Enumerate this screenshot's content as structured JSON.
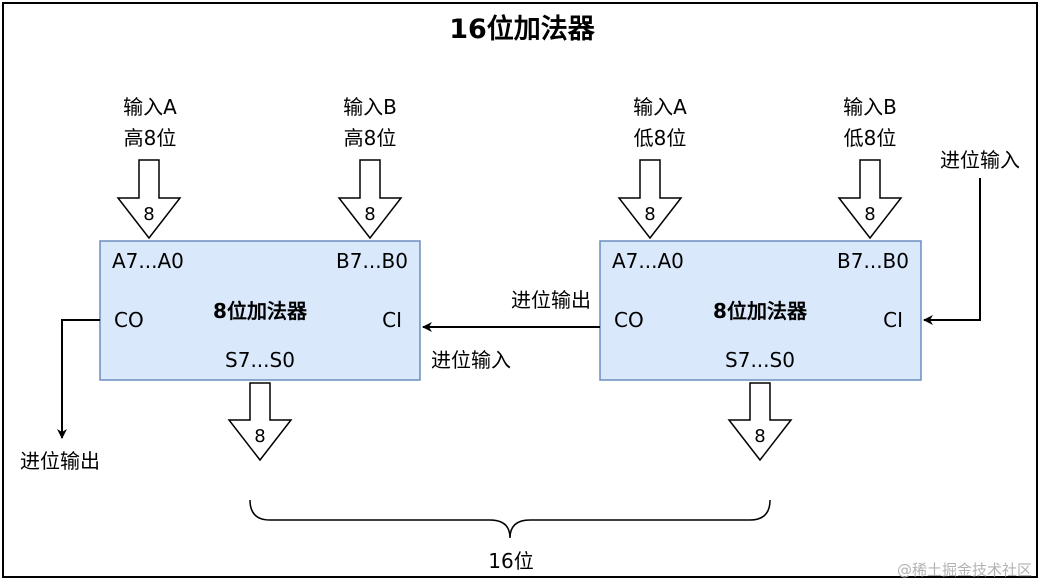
{
  "title": "16位加法器",
  "adders": [
    {
      "name": "8位加法器",
      "input_a_line1": "输入A",
      "input_a_line2": "高8位",
      "input_b_line1": "输入B",
      "input_b_line2": "高8位",
      "bus_width_a": "8",
      "bus_width_b": "8",
      "bus_width_s": "8",
      "pin_a": "A7...A0",
      "pin_b": "B7...B0",
      "pin_co": "CO",
      "pin_ci": "CI",
      "pin_s": "S7...S0"
    },
    {
      "name": "8位加法器",
      "input_a_line1": "输入A",
      "input_a_line2": "低8位",
      "input_b_line1": "输入B",
      "input_b_line2": "低8位",
      "bus_width_a": "8",
      "bus_width_b": "8",
      "bus_width_s": "8",
      "pin_a": "A7...A0",
      "pin_b": "B7...B0",
      "pin_co": "CO",
      "pin_ci": "CI",
      "pin_s": "S7...S0"
    }
  ],
  "carry_in_external": "进位输入",
  "carry_out_low": "进位输出",
  "carry_in_high": "进位输入",
  "carry_out_external": "进位输出",
  "output_width": "16位",
  "watermark": "@稀土掘金技术社区",
  "colors": {
    "block_fill": "#dae8fc",
    "block_stroke": "#6c8ebf",
    "line": "#000000",
    "arrow_fill": "#ffffff"
  }
}
